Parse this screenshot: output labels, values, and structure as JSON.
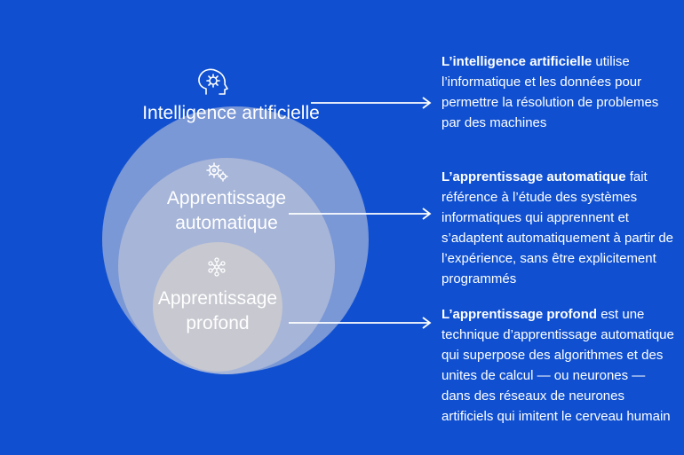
{
  "colors": {
    "background": "#1050d0",
    "outer_circle": "#7a97d6",
    "middle_circle": "#a6b5d8",
    "inner_circle": "#c7c8d0",
    "text": "#ffffff"
  },
  "circles": [
    {
      "icon": "brain-gear-icon",
      "label_lines": [
        "Intelligence artificielle"
      ]
    },
    {
      "icon": "gears-icon",
      "label_lines": [
        "Apprentissage",
        "automatique"
      ]
    },
    {
      "icon": "neural-network-icon",
      "label_lines": [
        "Apprentissage",
        "profond"
      ]
    }
  ],
  "descriptions": [
    {
      "term": "L’intelligence artificielle",
      "text": " utilise l’informatique et les données pour permettre la résolution de problemes par des machines"
    },
    {
      "term": "L’apprentissage automatique",
      "text": " fait référence à l’étude des systèmes informatiques qui apprennent et s’adaptent automatiquement à partir de l’expérience, sans être explicitement programmés"
    },
    {
      "term": "L’apprentissage profond",
      "text": " est une technique d’apprentissage automatique qui superpose des algorithmes et des unites de calcul — ou neurones — dans des réseaux de neurones artificiels qui imitent le cerveau humain"
    }
  ]
}
